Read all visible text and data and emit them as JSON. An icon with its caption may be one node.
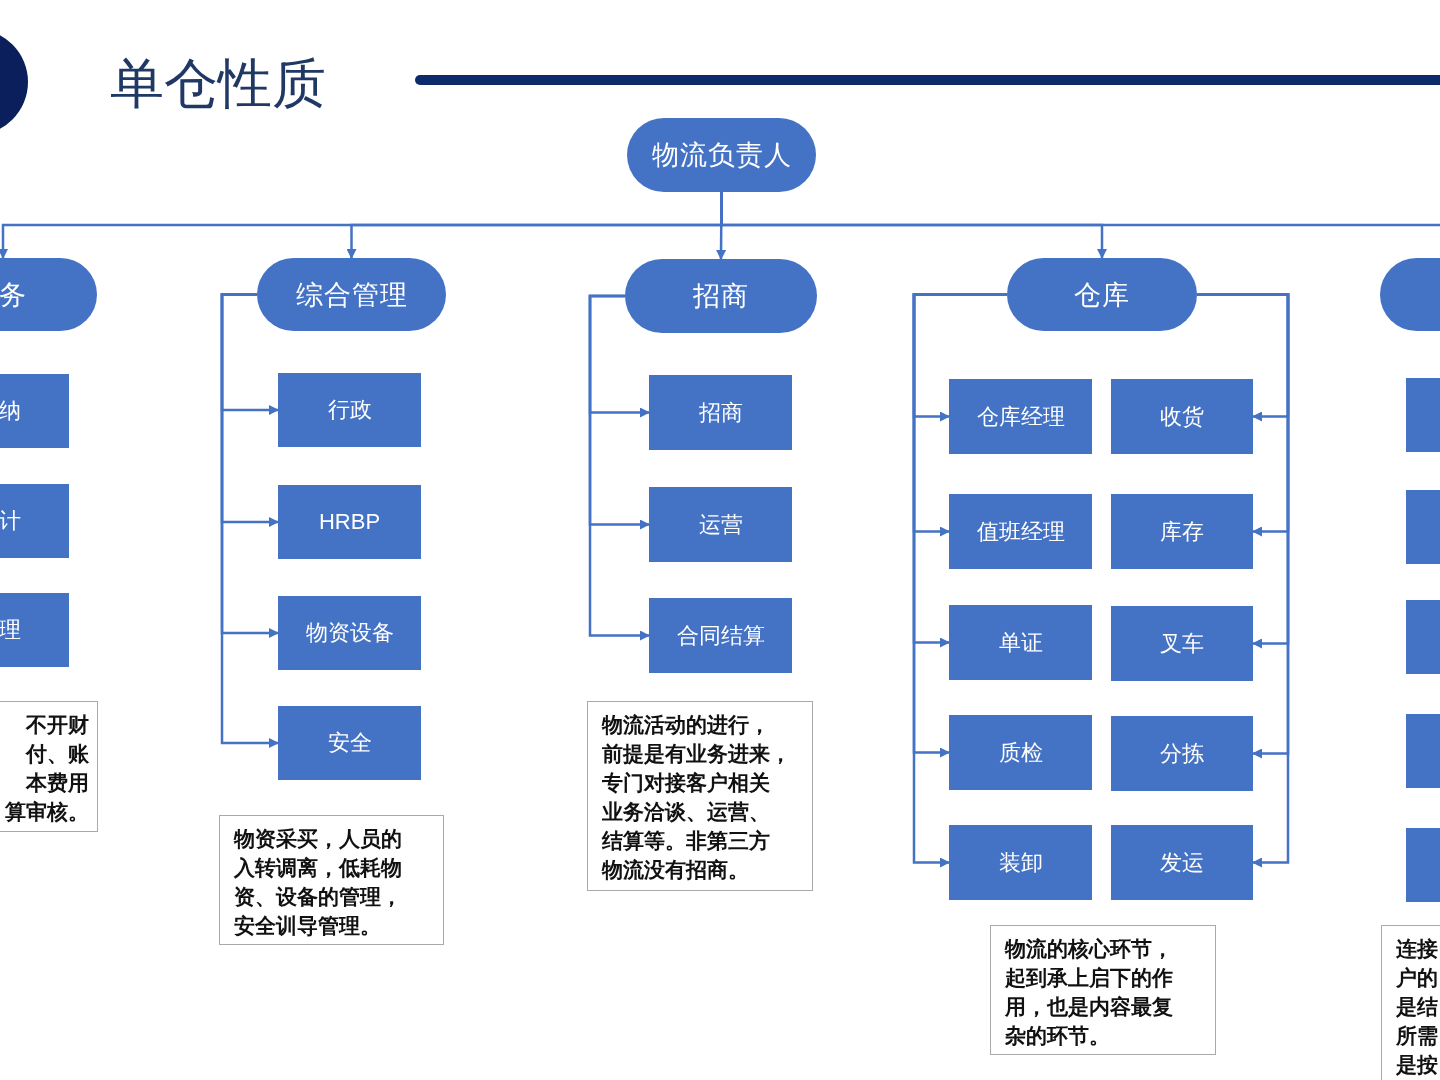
{
  "diagram": {
    "title": "单仓性质",
    "nodes": [
      {
        "text": [
          "物流负责人"
        ]
      },
      {
        "text": [
          "务"
        ]
      },
      {
        "text": [
          "综合管理"
        ]
      },
      {
        "text": [
          "招商"
        ]
      },
      {
        "text": [
          "仓库"
        ]
      },
      {
        "text": [],
        "shape": "box"
      },
      {
        "text": [
          "纳"
        ]
      },
      {
        "text": [
          "计"
        ]
      },
      {
        "text": [
          "理"
        ]
      },
      {
        "text": [
          "不开财付、账本费用算审核。"
        ]
      },
      {
        "text": [
          "行政"
        ]
      },
      {
        "text": [
          "HRBP"
        ]
      },
      {
        "text": [
          "物资设备"
        ]
      },
      {
        "text": [
          "安全"
        ]
      },
      {
        "text": [
          "物资采买，人员的入转调离，低耗物资、设备的管理，安全训导管理。"
        ]
      },
      {
        "text": [
          "招商"
        ]
      },
      {
        "text": [
          "运营"
        ]
      },
      {
        "text": [
          "合同结算"
        ]
      },
      {
        "text": [
          "物流活动的进行，前提是有业务进来，专门对接客户相关业务洽谈、运营、结算等。非第三方物流没有招商。"
        ]
      },
      {
        "text": [
          "仓库经理"
        ]
      },
      {
        "text": [
          "收货"
        ]
      },
      {
        "text": [
          "值班经理"
        ]
      },
      {
        "text": [
          "库存"
        ]
      },
      {
        "text": [
          "单证"
        ]
      },
      {
        "text": [
          "叉车"
        ]
      },
      {
        "text": [
          "质检"
        ]
      },
      {
        "text": [
          "分拣"
        ]
      },
      {
        "text": [
          "装卸"
        ]
      },
      {
        "text": [
          "发运"
        ]
      },
      {
        "text": [
          "物流的核心环节，起到承上启下的作用，也是内容最复杂的环节。"
        ]
      },
      {
        "text": [],
        "shape": "box"
      },
      {
        "text": [],
        "shape": "box"
      },
      {
        "text": [],
        "shape": "box"
      },
      {
        "text": [],
        "shape": "box"
      },
      {
        "text": [],
        "shape": "box"
      },
      {
        "text": [
          "连接户的是结所需是按"
        ]
      }
    ],
    "edges": [
      {
        "from": 0,
        "to": 1,
        "arrow": "to"
      },
      {
        "from": 0,
        "to": 2,
        "arrow": "to"
      },
      {
        "from": 0,
        "to": 3,
        "arrow": "to"
      },
      {
        "from": 0,
        "to": 4,
        "arrow": "to"
      },
      {
        "from": 0,
        "to": 5,
        "arrow": "to"
      },
      {
        "from": 2,
        "to": 10,
        "arrow": "to"
      },
      {
        "from": 2,
        "to": 11,
        "arrow": "to"
      },
      {
        "from": 2,
        "to": 12,
        "arrow": "to"
      },
      {
        "from": 2,
        "to": 13,
        "arrow": "to"
      },
      {
        "from": 3,
        "to": 15,
        "arrow": "to"
      },
      {
        "from": 3,
        "to": 16,
        "arrow": "to"
      },
      {
        "from": 3,
        "to": 17,
        "arrow": "to"
      },
      {
        "from": 4,
        "to": 19,
        "arrow": "to"
      },
      {
        "from": 4,
        "to": 21,
        "arrow": "to"
      },
      {
        "from": 4,
        "to": 23,
        "arrow": "to"
      },
      {
        "from": 4,
        "to": 25,
        "arrow": "to"
      },
      {
        "from": 4,
        "to": 27,
        "arrow": "to"
      },
      {
        "from": 4,
        "to": 20,
        "arrow": "to"
      },
      {
        "from": 4,
        "to": 22,
        "arrow": "to"
      },
      {
        "from": 4,
        "to": 24,
        "arrow": "to"
      },
      {
        "from": 4,
        "to": 26,
        "arrow": "to"
      },
      {
        "from": 4,
        "to": 28,
        "arrow": "to"
      }
    ]
  }
}
